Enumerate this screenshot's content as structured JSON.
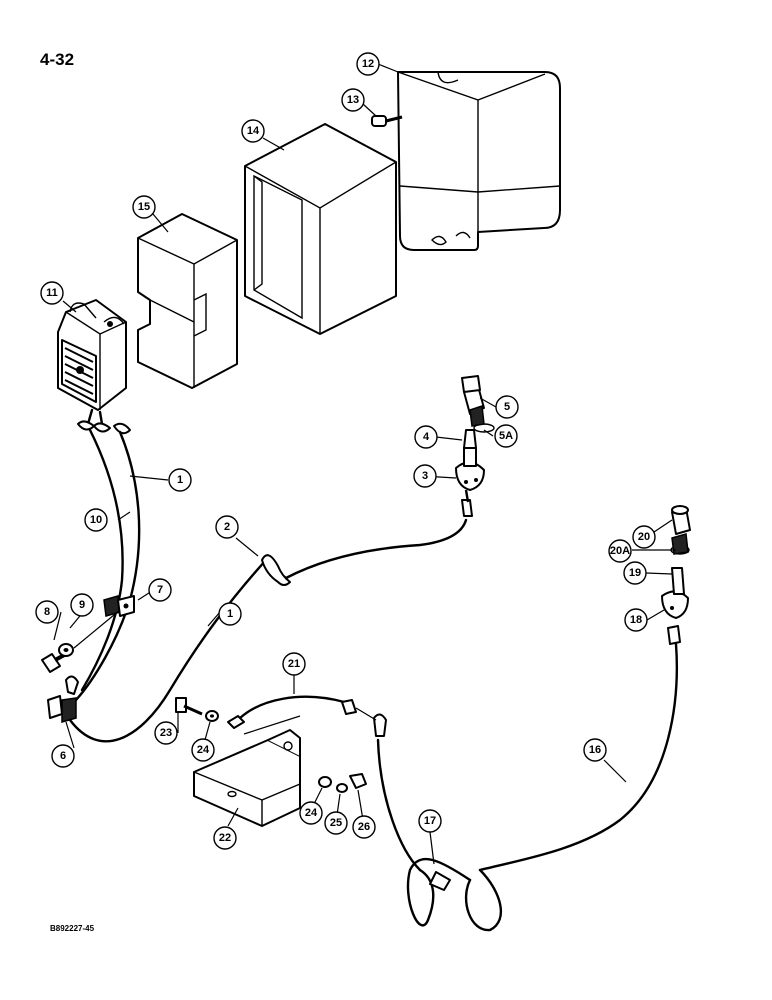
{
  "page": {
    "number": "4-32",
    "figure_code": "B892227-45"
  },
  "callouts": {
    "c1a": "1",
    "c1b": "1",
    "c2": "2",
    "c3": "3",
    "c4": "4",
    "c5": "5",
    "c5a": "5A",
    "c6": "6",
    "c7": "7",
    "c8": "8",
    "c9": "9",
    "c10": "10",
    "c11": "11",
    "c12": "12",
    "c13": "13",
    "c14": "14",
    "c15": "15",
    "c16": "16",
    "c17": "17",
    "c18": "18",
    "c19": "19",
    "c20": "20",
    "c20a": "20A",
    "c21": "21",
    "c22": "22",
    "c23": "23",
    "c24a": "24",
    "c24b": "24",
    "c25": "25",
    "c26": "26"
  }
}
